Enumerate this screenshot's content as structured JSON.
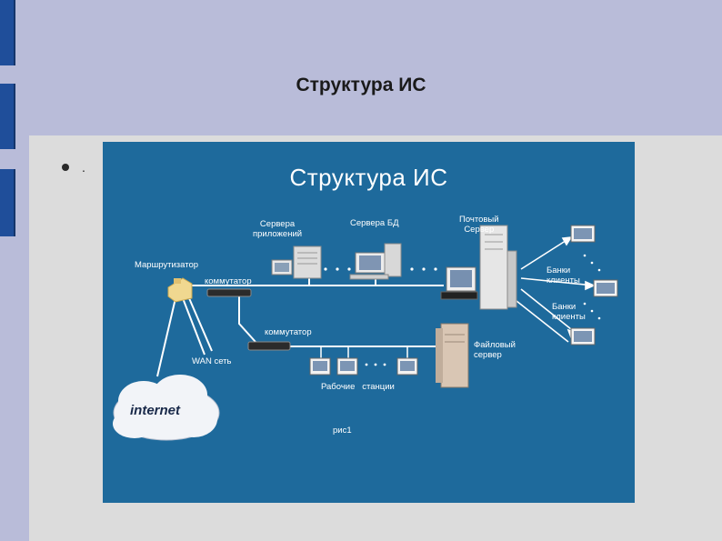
{
  "slide": {
    "title": "Структура ИС",
    "bullet": "."
  },
  "diagram": {
    "title": "Структура ИС",
    "labels": {
      "app_servers": "Сервера\nприложений",
      "db_servers": "Сервера БД",
      "mail_server": "Почтовый\nСервер",
      "router": "Маршрутизатор",
      "switch1": "коммутатор",
      "switch2": "коммутатор",
      "wan": "WAN сеть",
      "file_server": "Файловый\nсервер",
      "workstations": "Рабочие   станции",
      "bank_clients_1": "Банки\nклиенты",
      "bank_clients_2": "Банки\nклиенты",
      "internet": "internet",
      "caption": "рис1"
    }
  },
  "colors": {
    "slide_bg": "#b9bcd9",
    "panel_bg": "#dcdcdc",
    "diagram_bg": "#1e6a9c",
    "accent": "#1f4e9a"
  }
}
